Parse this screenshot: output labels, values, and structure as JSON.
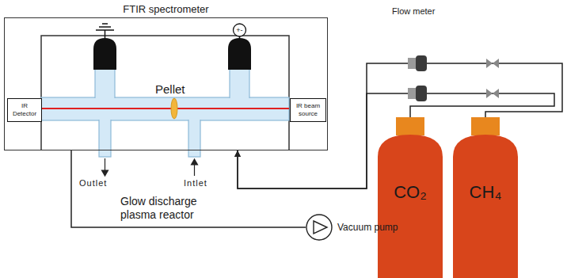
{
  "diagram": {
    "nodes": [
      {
        "text": [
          "FTIR spectrometer"
        ]
      },
      {
        "text": [
          "IR Detector"
        ],
        "in": 0
      },
      {
        "text": [
          "IR beam source"
        ],
        "in": 0
      },
      {
        "text": [
          "CO₂"
        ]
      },
      {
        "text": [
          "CH₄"
        ]
      },
      {
        "text": [
          "Vacuum pump"
        ]
      }
    ],
    "edges": [
      {
        "from": 3,
        "to": 0,
        "arrow": "to"
      },
      {
        "from": 4,
        "to": 0,
        "arrow": "to"
      },
      {
        "from": 0,
        "to": 5,
        "arrow": "none"
      }
    ],
    "labels": [
      "Pellet",
      "+-",
      "Outlet",
      "Intlet",
      "Glow discharge plasma reactor",
      "Flow meter"
    ]
  }
}
